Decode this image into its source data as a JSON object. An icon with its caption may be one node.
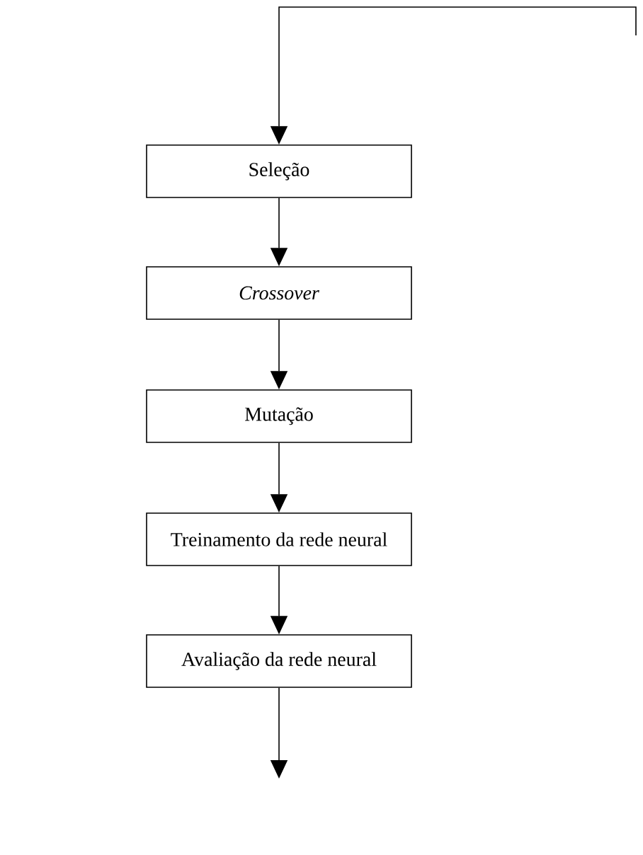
{
  "diagram": {
    "nodes": [
      {
        "text": [
          "Seleção"
        ]
      },
      {
        "text": [
          "Crossover"
        ]
      },
      {
        "text": [
          "Mutação"
        ]
      },
      {
        "text": [
          "Treinamento da rede neural"
        ]
      },
      {
        "text": [
          "Avaliação da rede neural"
        ]
      }
    ],
    "edges": [
      {
        "from": null,
        "to": 0,
        "arrow": "to"
      },
      {
        "from": 0,
        "to": 1,
        "arrow": "to"
      },
      {
        "from": 1,
        "to": 2,
        "arrow": "to"
      },
      {
        "from": 2,
        "to": 3,
        "arrow": "to"
      },
      {
        "from": 3,
        "to": 4,
        "arrow": "to"
      },
      {
        "from": 4,
        "to": null,
        "arrow": "to"
      }
    ]
  }
}
